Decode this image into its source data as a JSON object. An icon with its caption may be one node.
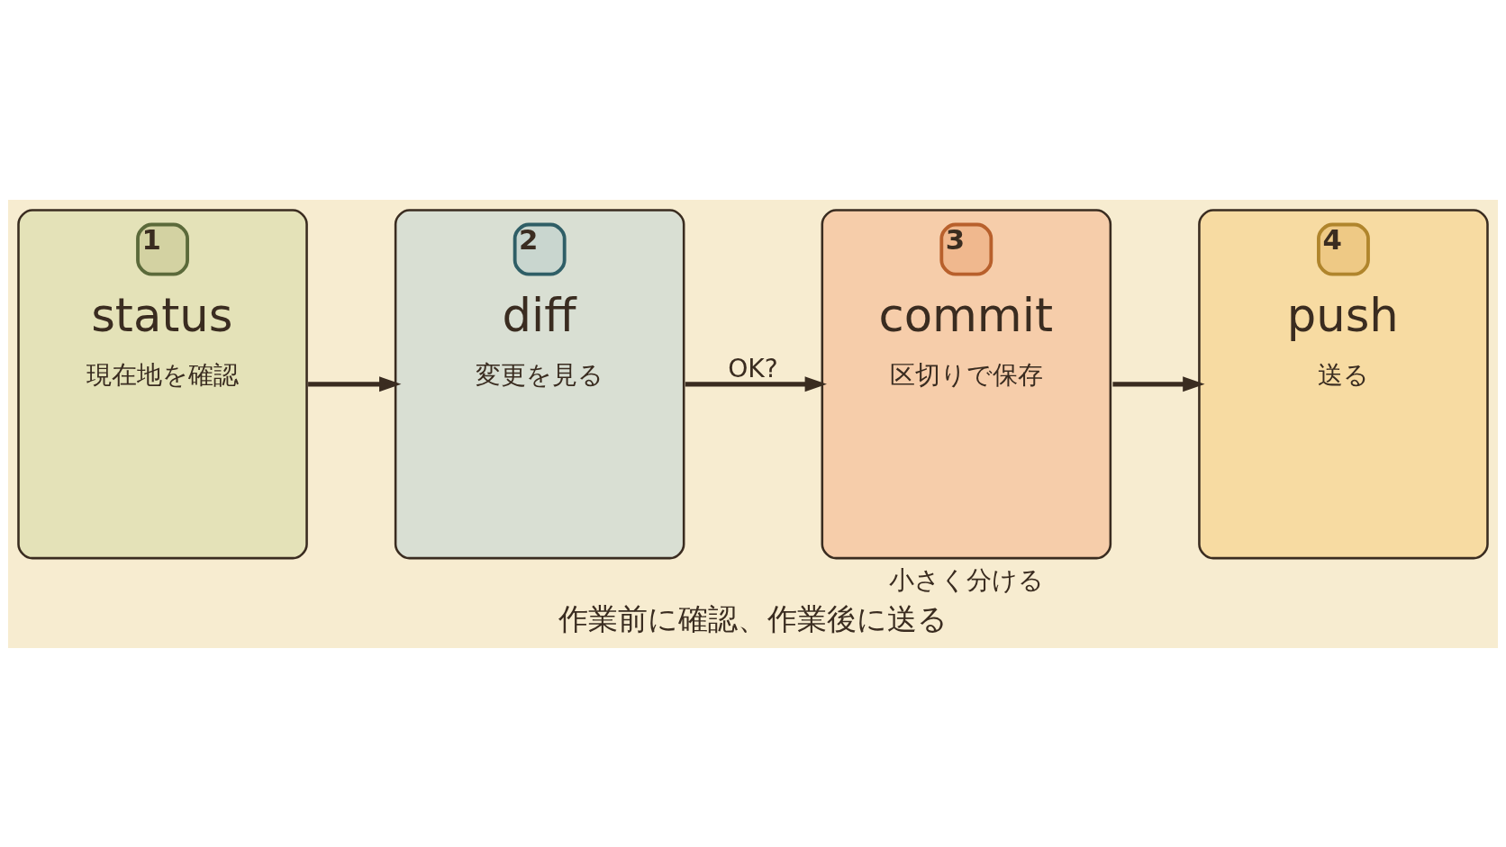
{
  "diagram": {
    "caption": "作業前に確認、作業後に送る",
    "nodes": [
      {
        "text": [
          "1",
          "status",
          "現在地を確認"
        ]
      },
      {
        "text": [
          "2",
          "diff",
          "変更を見る"
        ]
      },
      {
        "text": [
          "3",
          "commit",
          "区切りで保存"
        ],
        "beside": [
          "小さく分ける"
        ]
      },
      {
        "text": [
          "4",
          "push",
          "送る"
        ]
      }
    ],
    "edges": [
      {
        "from": 0,
        "to": 1,
        "arrow": "to"
      },
      {
        "from": 1,
        "to": 2,
        "arrow": "to",
        "label": "OK?"
      },
      {
        "from": 2,
        "to": 3,
        "arrow": "to"
      }
    ]
  }
}
